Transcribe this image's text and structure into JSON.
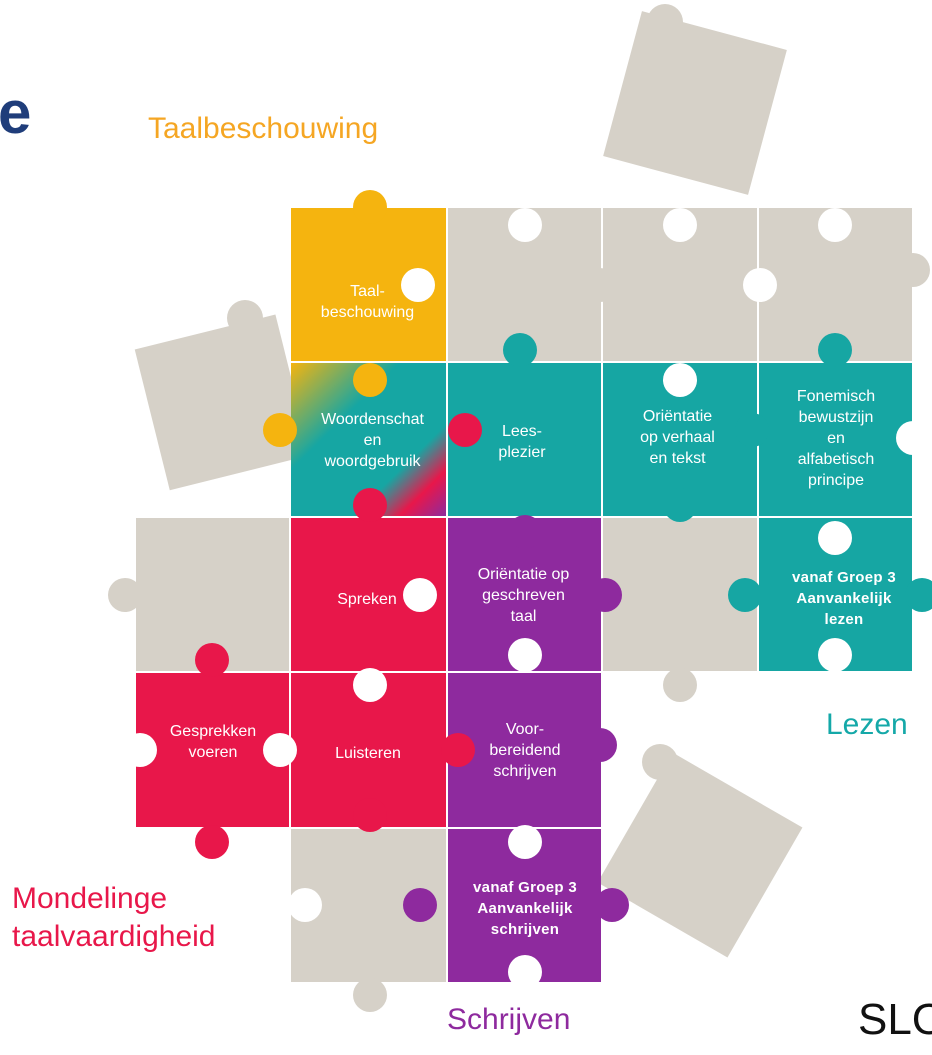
{
  "heading_fragment": "e",
  "categories": {
    "taalbeschouwing": "Taalbeschouwing",
    "lezen": "Lezen",
    "mondelinge": "Mondelinge\ntaalvaardigheid",
    "schrijven": "Schrijven"
  },
  "logo_text": "SLO",
  "pieces": {
    "taalbeschouwing": "Taal-\nbeschouwing",
    "woordenschat": "Woordenschat\nen\nwoordgebruik",
    "leesplezier": "Lees-\nplezier",
    "orientatie_verhaal": "Oriëntatie\nop verhaal\nen tekst",
    "fonemisch": "Fonemisch\nbewustzijn\nen\nalfabetisch\nprincipe",
    "spreken": "Spreken",
    "orientatie_taal": "Oriëntatie op\ngeschreven\ntaal",
    "aanvankelijk_lezen": "vanaf Groep 3\nAanvankelijk\nlezen",
    "gesprekken": "Gesprekken\nvoeren",
    "luisteren": "Luisteren",
    "voorbereidend": "Voor-\nbereidend\nschrijven",
    "aanvankelijk_schrijven": "vanaf Groep 3\nAanvankelijk\nschrijven"
  },
  "colors": {
    "grey": "#d6d1c8",
    "yellow": "#f5b40f",
    "teal": "#16a6a3",
    "red": "#e8174a",
    "purple": "#8e2a9e",
    "heading": "#1f3d7a"
  }
}
